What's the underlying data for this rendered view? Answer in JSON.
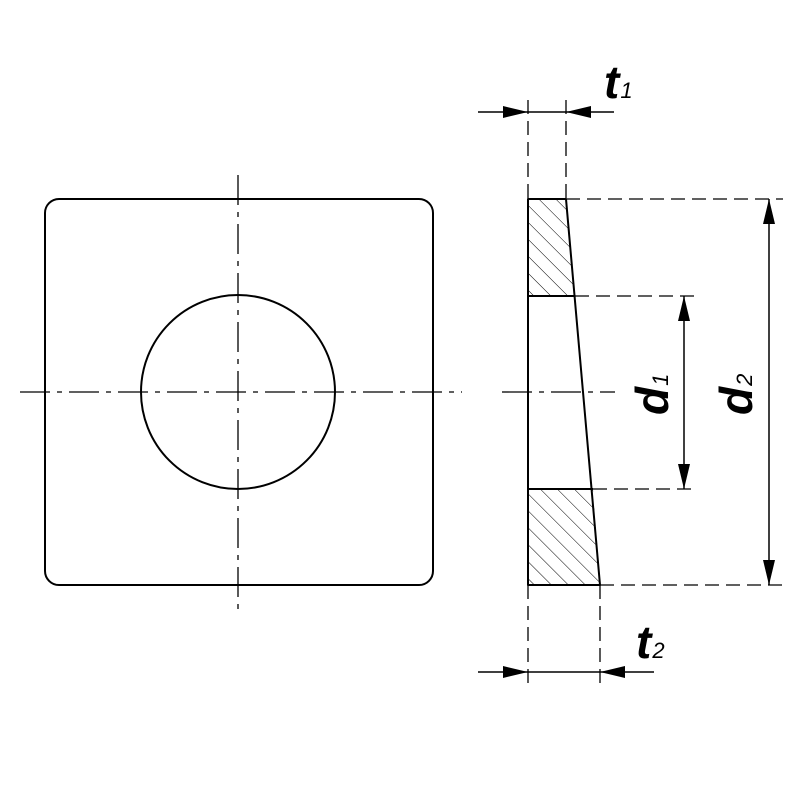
{
  "labels": {
    "t1": {
      "main": "t",
      "sub": "1"
    },
    "t2": {
      "main": "t",
      "sub": "2"
    },
    "d1": {
      "main": "d",
      "sub": "1"
    },
    "d2": {
      "main": "d",
      "sub": "2"
    }
  }
}
